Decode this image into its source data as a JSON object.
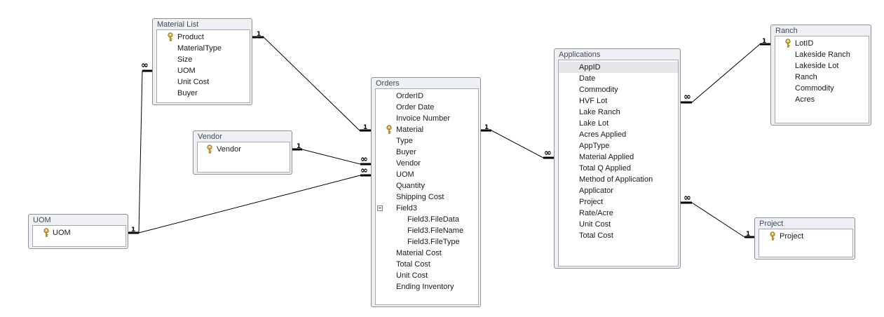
{
  "tables": {
    "material_list": {
      "title": "Material List",
      "fields": [
        {
          "name": "Product",
          "key": true
        },
        {
          "name": "MaterialType"
        },
        {
          "name": "Size"
        },
        {
          "name": "UOM"
        },
        {
          "name": "Unit Cost"
        },
        {
          "name": "Buyer"
        }
      ]
    },
    "vendor": {
      "title": "Vendor",
      "fields": [
        {
          "name": "Vendor",
          "key": true
        }
      ]
    },
    "uom": {
      "title": "UOM",
      "fields": [
        {
          "name": "UOM",
          "key": true
        }
      ]
    },
    "orders": {
      "title": "Orders",
      "fields": [
        {
          "name": "OrderID"
        },
        {
          "name": "Order Date"
        },
        {
          "name": "Invoice Number"
        },
        {
          "name": "Material",
          "key": true
        },
        {
          "name": "Type"
        },
        {
          "name": "Buyer"
        },
        {
          "name": "Vendor"
        },
        {
          "name": "UOM"
        },
        {
          "name": "Quantity"
        },
        {
          "name": "Shipping Cost"
        },
        {
          "name": "Field3",
          "collapse": true
        },
        {
          "name": "Field3.FileData",
          "indent": true
        },
        {
          "name": "Field3.FileName",
          "indent": true
        },
        {
          "name": "Field3.FileType",
          "indent": true
        },
        {
          "name": "Material Cost"
        },
        {
          "name": "Total Cost"
        },
        {
          "name": "Unit Cost"
        },
        {
          "name": "Ending Inventory"
        }
      ]
    },
    "applications": {
      "title": "Applications",
      "fields": [
        {
          "name": "AppID",
          "selected": true
        },
        {
          "name": "Date"
        },
        {
          "name": "Commodity"
        },
        {
          "name": "HVF Lot"
        },
        {
          "name": "Lake Ranch"
        },
        {
          "name": "Lake Lot"
        },
        {
          "name": "Acres Applied"
        },
        {
          "name": "AppType"
        },
        {
          "name": "Material Applied"
        },
        {
          "name": "Total Q Applied"
        },
        {
          "name": "Method of Application"
        },
        {
          "name": "Applicator"
        },
        {
          "name": "Project"
        },
        {
          "name": "Rate/Acre"
        },
        {
          "name": "Unit Cost"
        },
        {
          "name": "Total Cost"
        }
      ]
    },
    "ranch": {
      "title": "Ranch",
      "fields": [
        {
          "name": "LotID",
          "key": true
        },
        {
          "name": "Lakeside Ranch"
        },
        {
          "name": "Lakeside Lot"
        },
        {
          "name": "Ranch"
        },
        {
          "name": "Commodity"
        },
        {
          "name": "Acres"
        }
      ]
    },
    "project": {
      "title": "Project",
      "fields": [
        {
          "name": "Project",
          "key": true
        }
      ]
    }
  },
  "relationships": [
    {
      "from": "material_list.Product",
      "to": "orders.Material",
      "from_label": "1",
      "to_label": "1"
    },
    {
      "from": "material_list.UOM",
      "to": "uom.UOM",
      "from_label": "∞",
      "to_label": "1"
    },
    {
      "from": "vendor.Vendor",
      "to": "orders.Vendor",
      "from_label": "1",
      "to_label": "∞"
    },
    {
      "from": "uom.UOM",
      "to": "orders.UOM",
      "from_label": "1",
      "to_label": "∞"
    },
    {
      "from": "orders.Material",
      "to": "applications.Material Applied",
      "from_label": "1",
      "to_label": "∞"
    },
    {
      "from": "applications.HVF Lot",
      "to": "ranch.LotID",
      "from_label": "∞",
      "to_label": "1"
    },
    {
      "from": "applications.Project",
      "to": "project.Project",
      "from_label": "∞",
      "to_label": "1"
    }
  ],
  "colors": {
    "line": "#000000",
    "title_text": "#3e4a5c",
    "key_icon": "#d8b03a",
    "selected_row": "#e4e6ea"
  }
}
